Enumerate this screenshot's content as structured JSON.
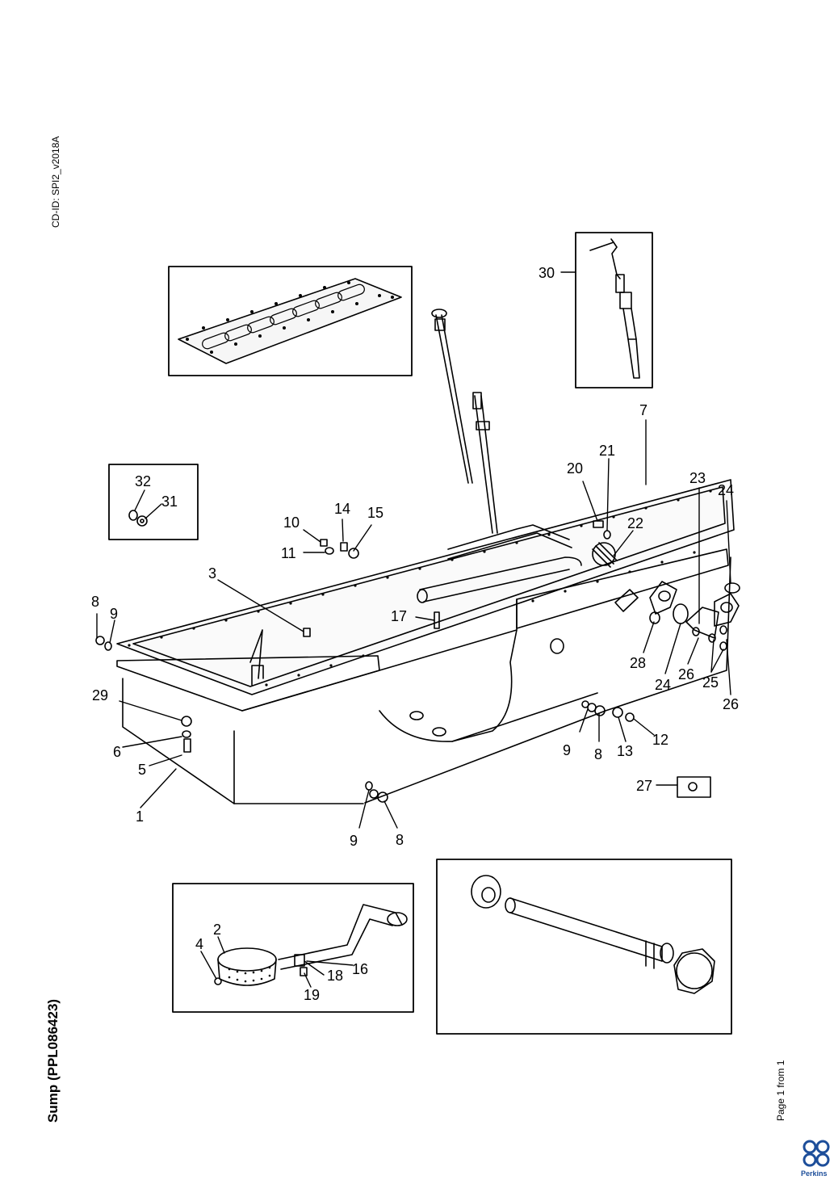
{
  "document": {
    "cd_id": "CD-ID: SPI2_v2018A",
    "title": "Sump (PPL086423)",
    "page_info": "Page 1 from 1",
    "brand": "Perkins",
    "brand_color": "#1d4e9a"
  },
  "callouts": {
    "c1": "1",
    "c2": "2",
    "c3": "3",
    "c4": "4",
    "c5": "5",
    "c6": "6",
    "c7": "7",
    "c8a": "8",
    "c8b": "8",
    "c8c": "8",
    "c9a": "9",
    "c9b": "9",
    "c9c": "9",
    "c10": "10",
    "c11": "11",
    "c12": "12",
    "c13": "13",
    "c14": "14",
    "c15": "15",
    "c16": "16",
    "c17": "17",
    "c18": "18",
    "c19": "19",
    "c20": "20",
    "c21": "21",
    "c22": "22",
    "c23": "23",
    "c24a": "24",
    "c24b": "24",
    "c25": "25",
    "c26a": "26",
    "c26b": "26",
    "c27": "27",
    "c28": "28",
    "c29": "29",
    "c30": "30",
    "c31": "31",
    "c32": "32"
  }
}
